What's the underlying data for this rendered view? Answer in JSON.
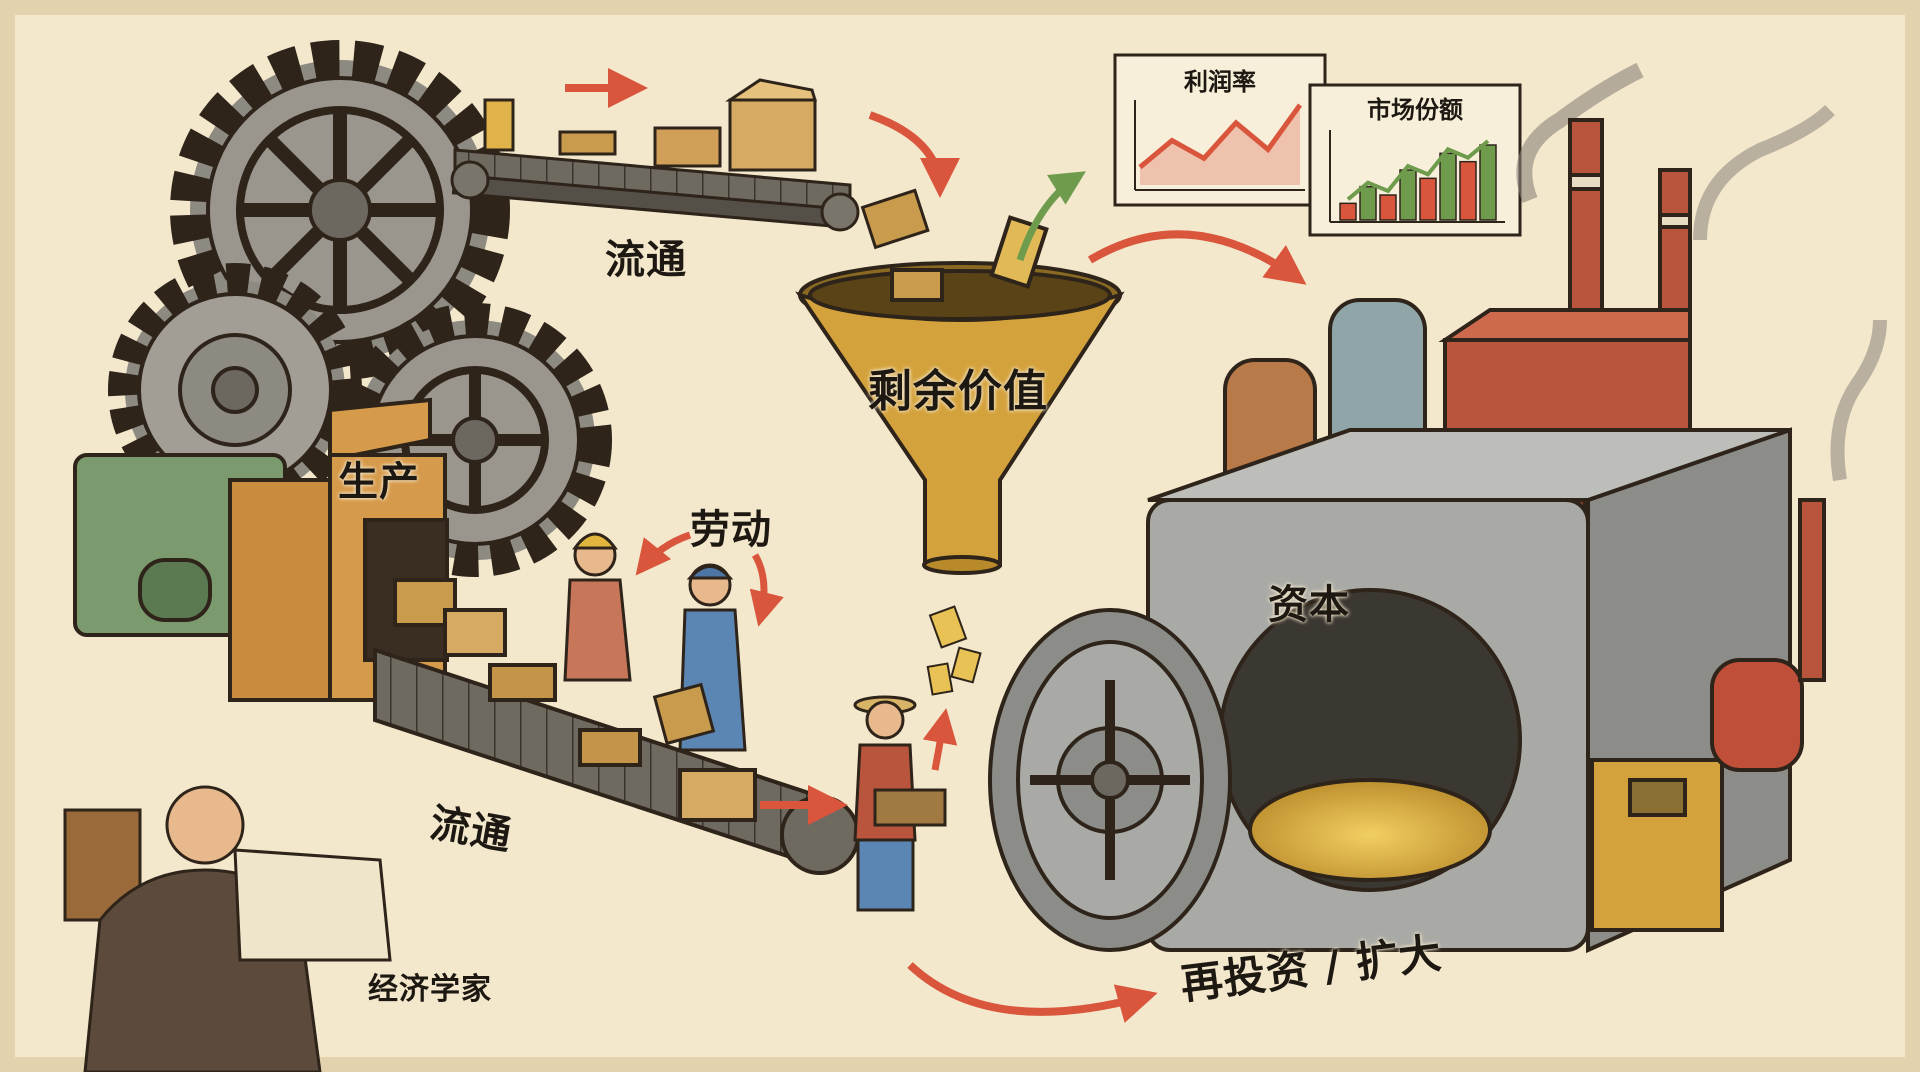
{
  "labels": {
    "circulation_top": "流通",
    "production": "生产",
    "labor": "劳动",
    "surplus_value": "剩余价值",
    "circulation_bottom": "流通",
    "economist": "经济学家",
    "capital": "资本",
    "reinvest": "再投资 / 扩大"
  },
  "charts": {
    "profit_rate": {
      "title": "利润率",
      "values": [
        2,
        5,
        3,
        7,
        4,
        9
      ]
    },
    "market_share": {
      "title": "市场份额",
      "values": [
        2,
        4,
        3,
        6,
        5,
        8,
        7,
        9
      ]
    }
  },
  "colors": {
    "paper": "#f3e7cc",
    "ink": "#2e241a",
    "arrow": "#d9553c",
    "gold": "#d4a23c",
    "steel": "#a9aaa6",
    "brick": "#b9553c",
    "green_machine": "#7b9a6e"
  }
}
